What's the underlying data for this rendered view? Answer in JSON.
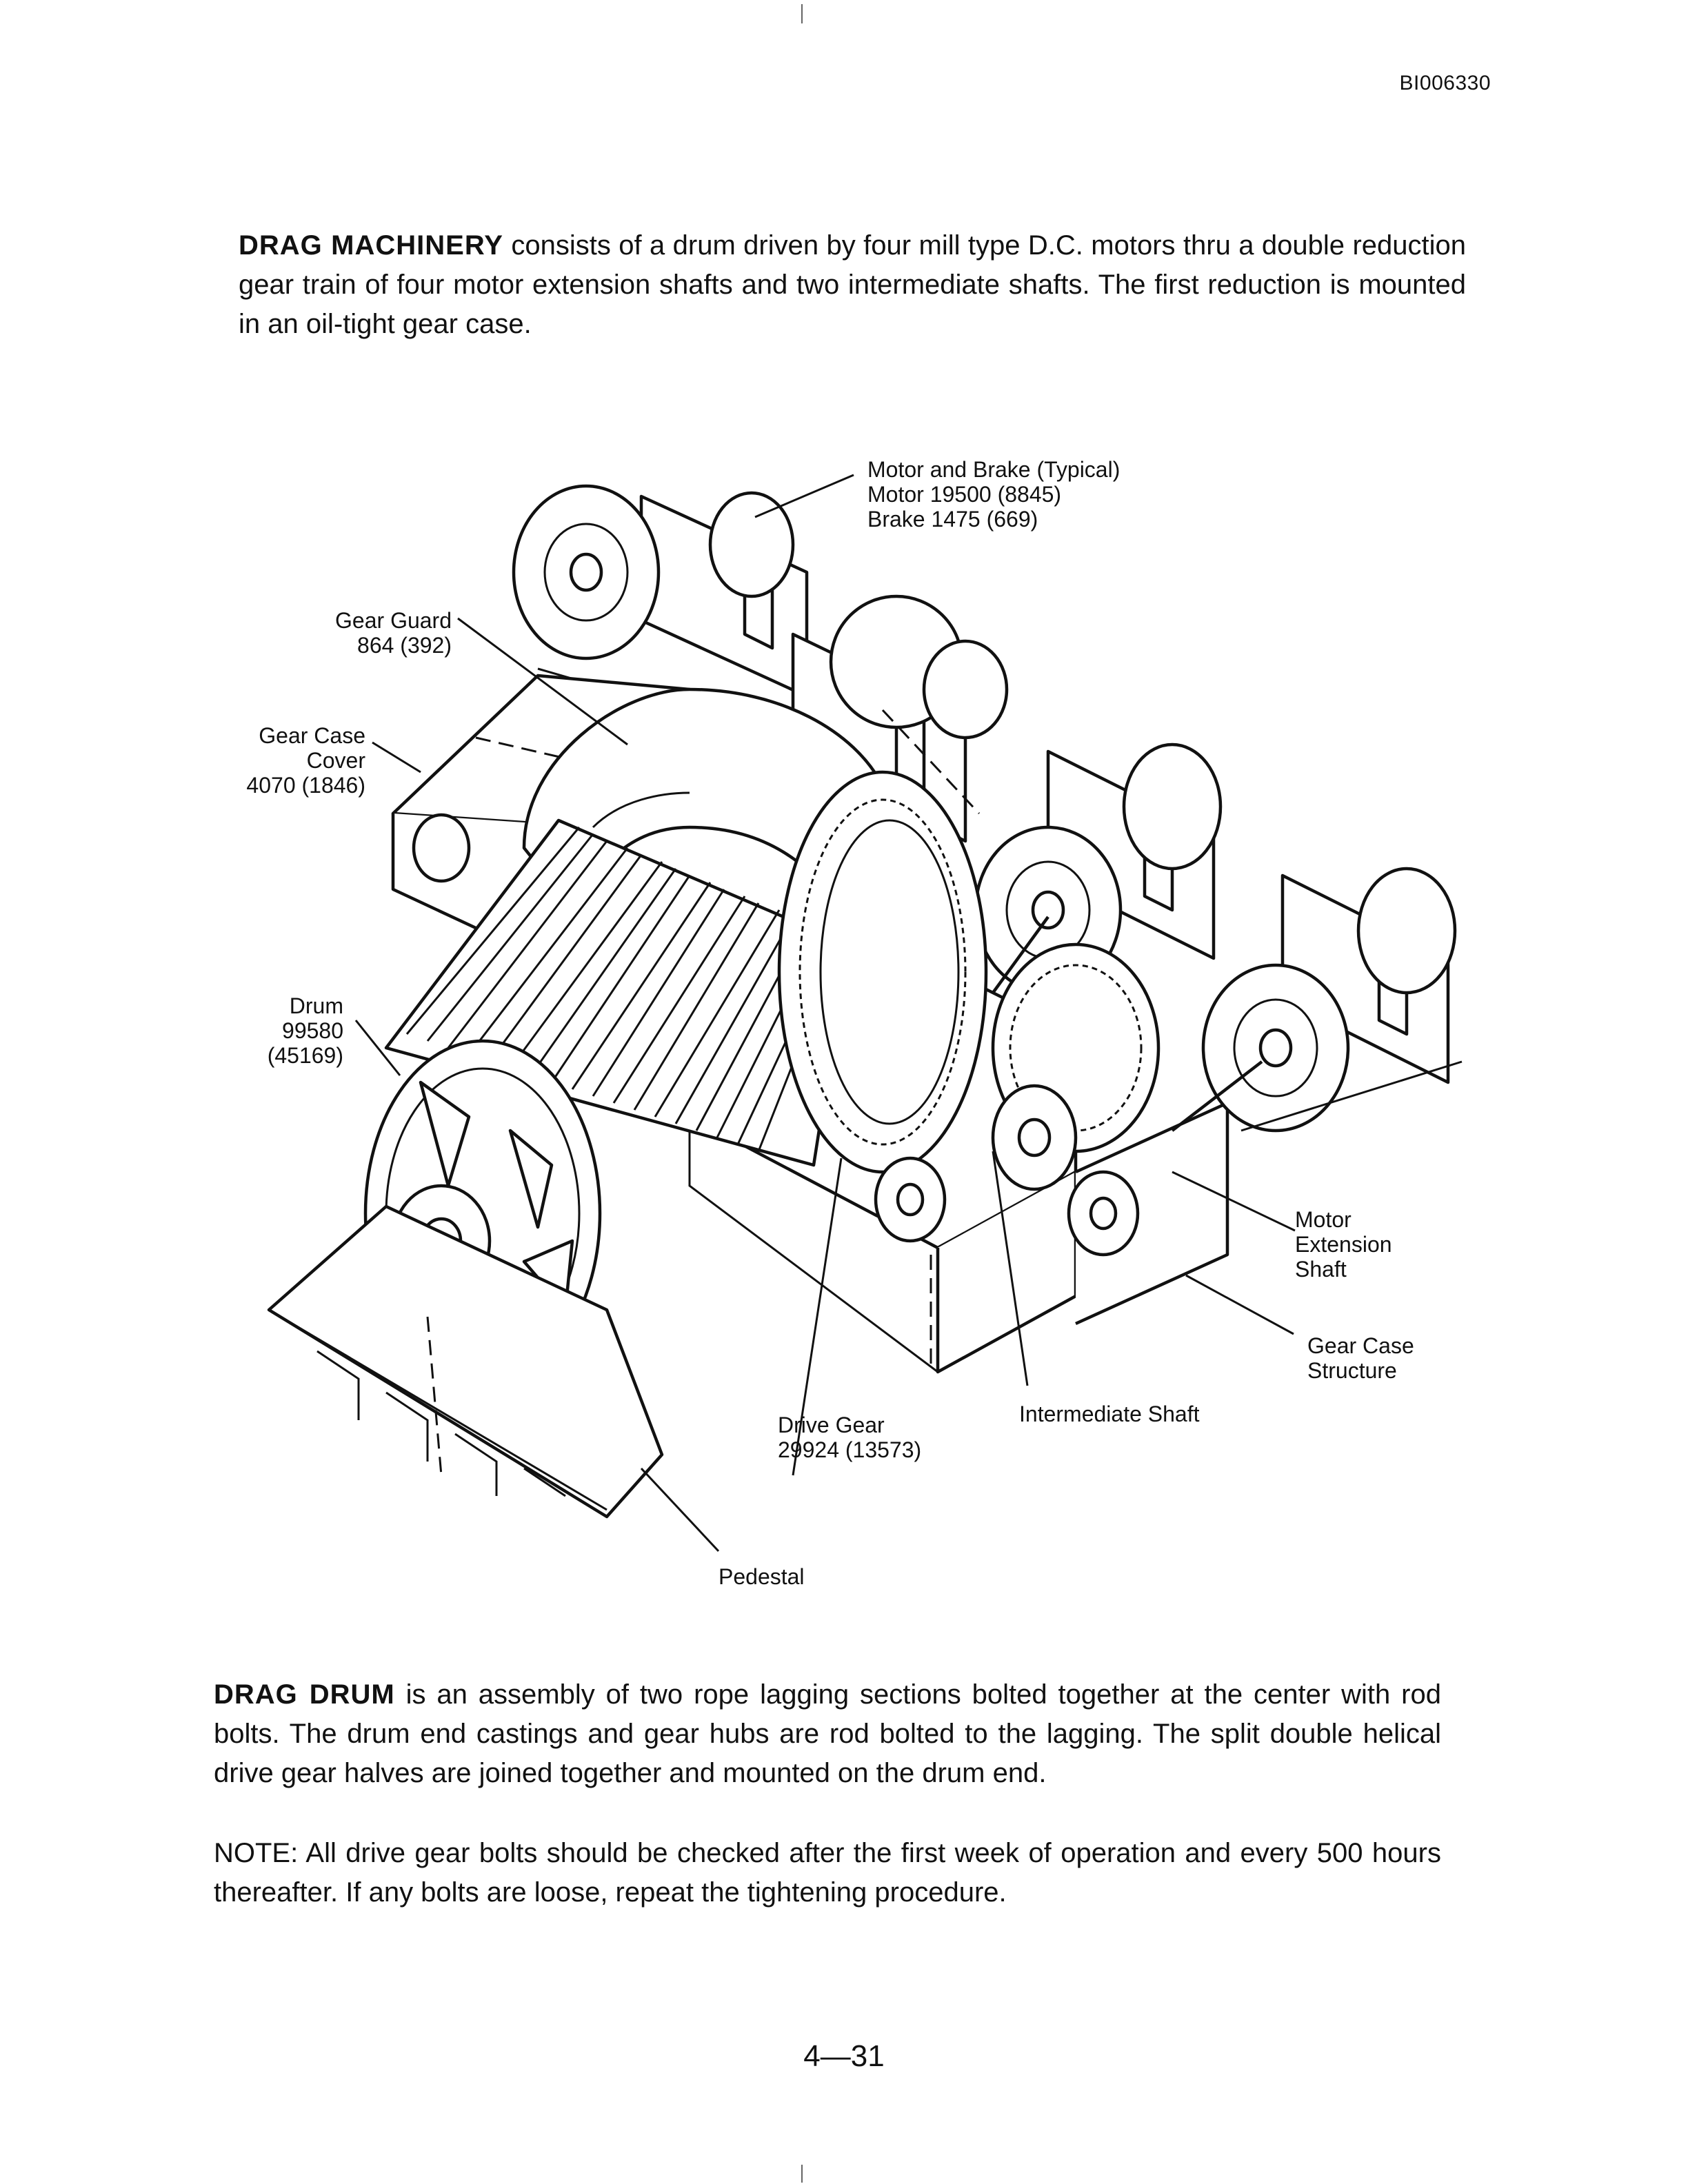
{
  "header": {
    "doc_id": "BI006330"
  },
  "intro": {
    "lead": "DRAG MACHINERY",
    "text": " consists of a drum driven by four mill type D.C. motors thru a double reduction gear train of four motor extension shafts and two intermediate shafts. The first reduction is mounted in an oil-tight gear case."
  },
  "diagram": {
    "labels": {
      "motor_line1": "Motor and Brake (Typical)",
      "motor_line2": "Motor 19500 (8845)",
      "motor_line3": "Brake 1475 (669)",
      "guard_line1": "Gear Guard",
      "guard_line2": "864 (392)",
      "cover_line1": "Gear Case",
      "cover_line2": "Cover",
      "cover_line3": "4070 (1846)",
      "drum_line1": "Drum",
      "drum_line2": "99580",
      "drum_line3": "(45169)",
      "ext_line1": "Motor",
      "ext_line2": "Extension",
      "ext_line3": "Shaft",
      "struct_line1": "Gear Case",
      "struct_line2": "Structure",
      "inter": "Intermediate Shaft",
      "drive_line1": "Drive Gear",
      "drive_line2": "29924 (13573)",
      "pedestal": "Pedestal"
    }
  },
  "drum_para": {
    "lead": "DRAG DRUM",
    "text": " is an assembly of two rope lagging sections bolted together at the center with rod bolts. The drum end castings and gear hubs are rod bolted to the lagging. The split double helical drive gear halves are joined together and mounted on the drum end."
  },
  "note": {
    "text": "NOTE: All drive gear bolts should be checked after the first week of operation and every 500 hours thereafter. If any bolts are loose, repeat the tightening procedure."
  },
  "footer": {
    "page_number": "4—31"
  }
}
